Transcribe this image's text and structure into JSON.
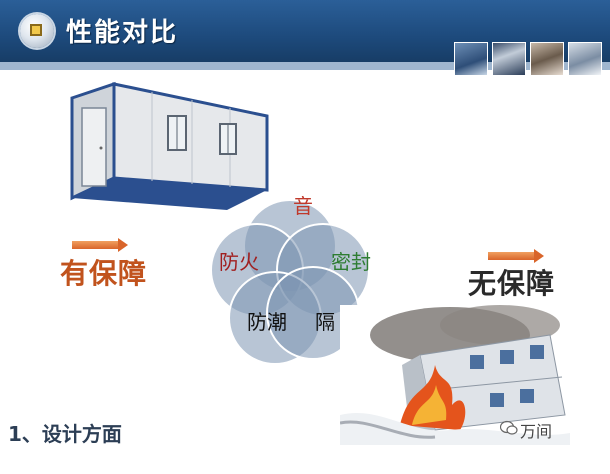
{
  "header": {
    "title": "性能对比",
    "title_icon": "square-bullet-icon"
  },
  "thumbnails": [
    "skyscraper-photo",
    "city-towers-photo",
    "handshake-photo",
    "office-building-photo"
  ],
  "left": {
    "label": "有保障"
  },
  "right": {
    "label": "无保障"
  },
  "venn": {
    "items": [
      {
        "label": "音",
        "color": "#c0392b"
      },
      {
        "label": "防火",
        "color": "#a11f1f"
      },
      {
        "label": "密封",
        "color": "#2e7d32"
      },
      {
        "label": "防潮",
        "color": "#111111"
      },
      {
        "label": "隔",
        "color": "#111111"
      }
    ]
  },
  "footer": {
    "section": "1、设计方面",
    "watermark": "万间"
  },
  "colors": {
    "header_bg": "#1d4a7c",
    "arrow": "#d9652a",
    "venn_fill": "#7d96b3"
  }
}
